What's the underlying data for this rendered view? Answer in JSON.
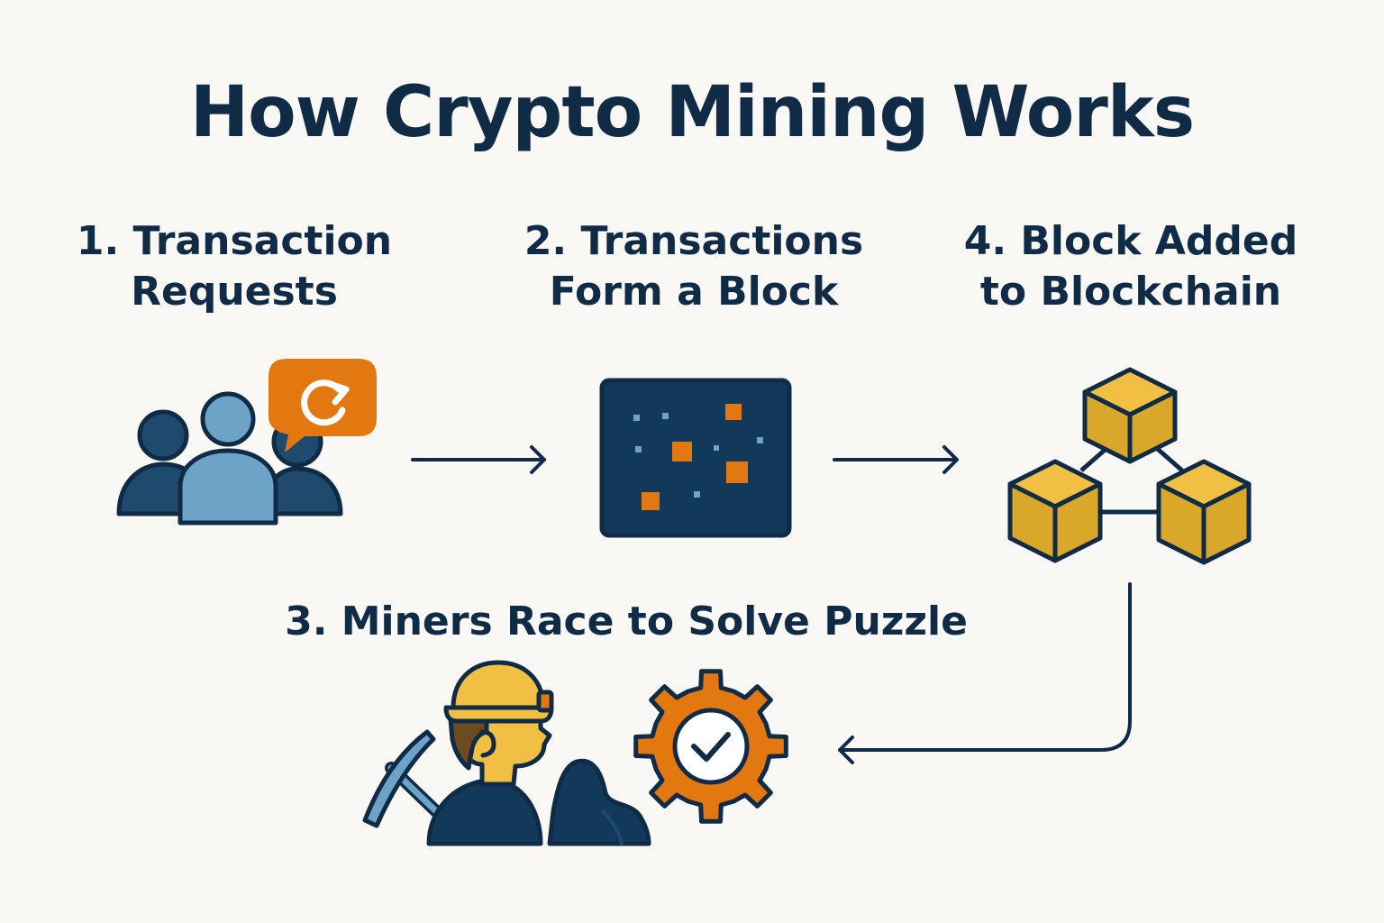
{
  "title": "How Crypto Mining Works",
  "steps": [
    {
      "id": "1",
      "line1": "1. Transaction",
      "line2": "Requests",
      "icon": "users-with-refresh-bubble-icon"
    },
    {
      "id": "2",
      "line1": "2. Transactions",
      "line2": "Form a Block",
      "icon": "block-of-transactions-icon"
    },
    {
      "id": "3",
      "line1": "3. Miners Race to Solve Puzzle",
      "icon": "miner-with-gear-check-icon"
    },
    {
      "id": "4",
      "line1": "4. Block Added",
      "line2": "to Blockchain",
      "icon": "connected-cubes-icon"
    }
  ],
  "colors": {
    "navy": "#0f2b46",
    "dark_blue": "#1f4a6e",
    "light_blue": "#6ea3c8",
    "orange": "#e2780f",
    "gold": "#d9a72a",
    "gold_light": "#f2bf45",
    "background": "#faf8f4"
  }
}
